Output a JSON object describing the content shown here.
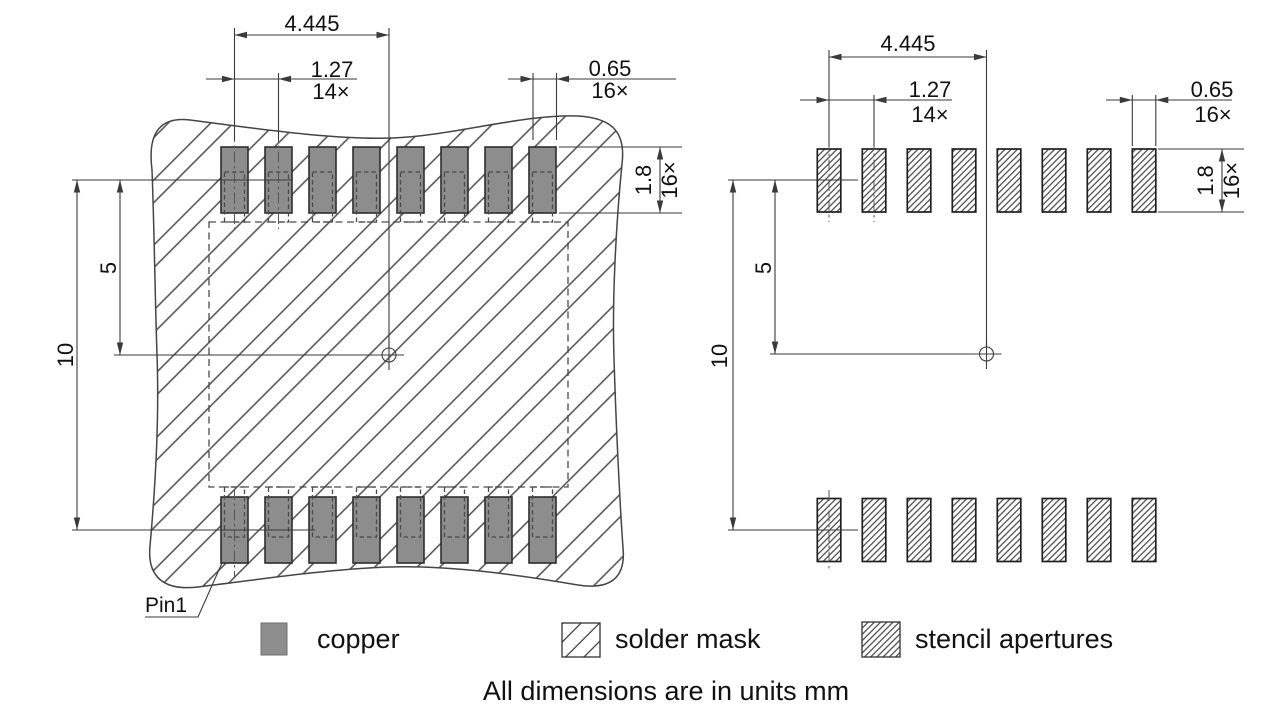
{
  "caption": "All dimensions are in units mm",
  "legend": {
    "copper_label": "copper",
    "solder_mask_label": "solder mask",
    "stencil_label": "stencil apertures"
  },
  "left_figure": {
    "description": "PCB land pattern with copper pads on solder mask",
    "pads_per_row": 8,
    "rows": 2,
    "pin1_label": "Pin1",
    "dims": {
      "span": "4.445",
      "pitch": "1.27",
      "pitch_count": "14×",
      "pad_width": "0.65",
      "pad_width_count": "16×",
      "pad_height": "1.8",
      "pad_height_count": "16×",
      "half_height": "5",
      "full_height": "10"
    }
  },
  "right_figure": {
    "description": "Stencil aperture pattern",
    "apertures_per_row": 8,
    "rows": 2,
    "dims": {
      "span": "4.445",
      "pitch": "1.27",
      "pitch_count": "14×",
      "aperture_width": "0.65",
      "aperture_width_count": "16×",
      "aperture_height": "1.8",
      "aperture_height_count": "16×",
      "half_height": "5",
      "full_height": "10"
    }
  },
  "colors": {
    "copper": "#8d8d8d",
    "line": "#3a3a3a",
    "hatch": "#4d4d4d"
  }
}
